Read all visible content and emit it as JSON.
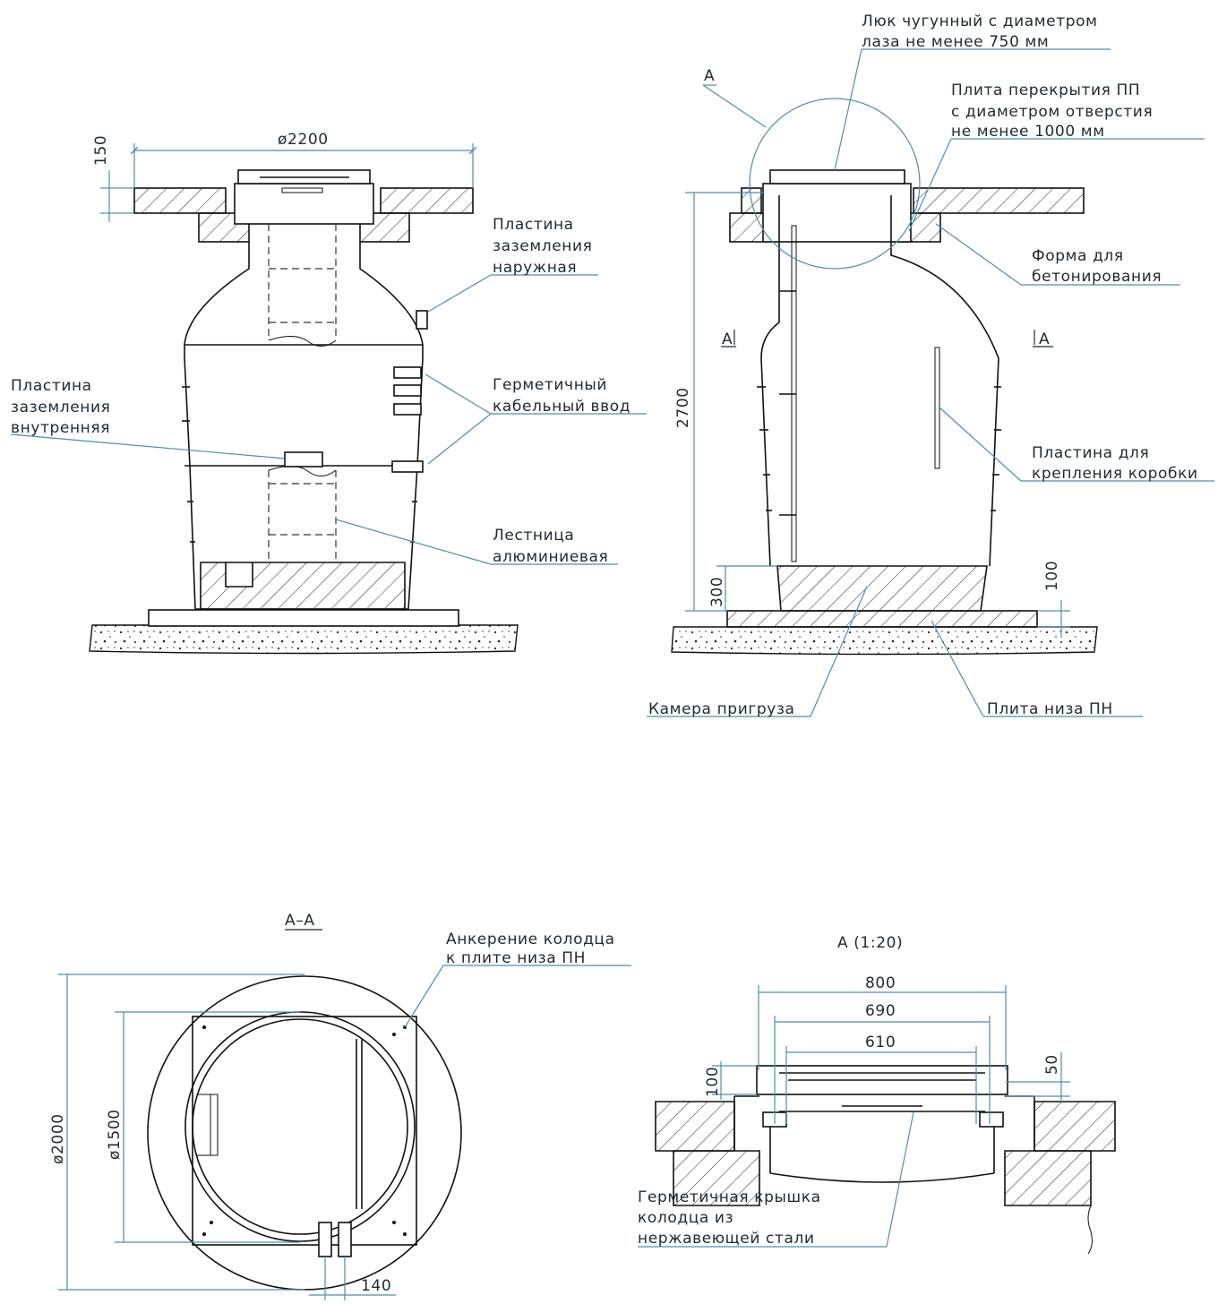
{
  "front": {
    "dim_150": "150",
    "dim_2200": "ø2200",
    "label_outer_plate": [
      "Пластина",
      "заземления",
      "наружная"
    ],
    "label_inner_plate": [
      "Пластина",
      "заземления",
      "внутренняя"
    ],
    "label_cable_entry": [
      "Герметичный",
      "кабельный ввод"
    ],
    "label_ladder": [
      "Лестница",
      "алюминиевая"
    ]
  },
  "side": {
    "callout_A": "А",
    "label_hatch": [
      "Люк чугунный с диаметром",
      "лаза не менее 750 мм"
    ],
    "label_slab": [
      "Плита перекрытия ПП",
      "с диаметром отверстия",
      "не менее 1000 мм"
    ],
    "label_form": [
      "Форма для",
      "бетонирования"
    ],
    "section_left": "А",
    "section_right": "А",
    "dim_2700": "2700",
    "label_box_plate": [
      "Пластина для",
      "крепления коробки"
    ],
    "dim_300": "300",
    "dim_100": "100",
    "label_ballast": "Камера пригруза",
    "label_bottom_slab": "Плита низа ПН"
  },
  "section": {
    "title": "А–А",
    "label_anchor": [
      "Анкерение колодца",
      "к плите низа ПН"
    ],
    "dim_2000": "ø2000",
    "dim_1500": "ø1500",
    "dim_140": "140"
  },
  "detail": {
    "title": "А (1:20)",
    "dim_800": "800",
    "dim_690": "690",
    "dim_610": "610",
    "dim_100": "100",
    "dim_50": "50",
    "label_lid": [
      "Герметичная крышка",
      "колодца из",
      "нержавеющей стали"
    ]
  }
}
